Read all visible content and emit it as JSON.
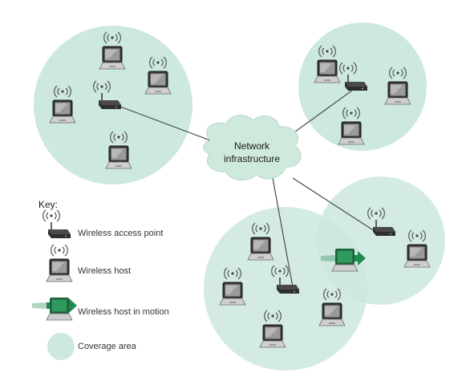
{
  "cloud": {
    "line1": "Network",
    "line2": "infrastructure"
  },
  "key": {
    "title": "Key:",
    "items": [
      {
        "label": "Wireless access point",
        "icon": "access-point-icon"
      },
      {
        "label": "Wireless host",
        "icon": "laptop-icon"
      },
      {
        "label": "Wireless host in motion",
        "icon": "moving-laptop-icon"
      },
      {
        "label": "Coverage area",
        "icon": "coverage-area-icon"
      }
    ]
  },
  "colors": {
    "coverage": "#cde8df",
    "cloud": "#cfe9dd",
    "motion": "#1e8a52",
    "device": "#2b2b2b"
  }
}
